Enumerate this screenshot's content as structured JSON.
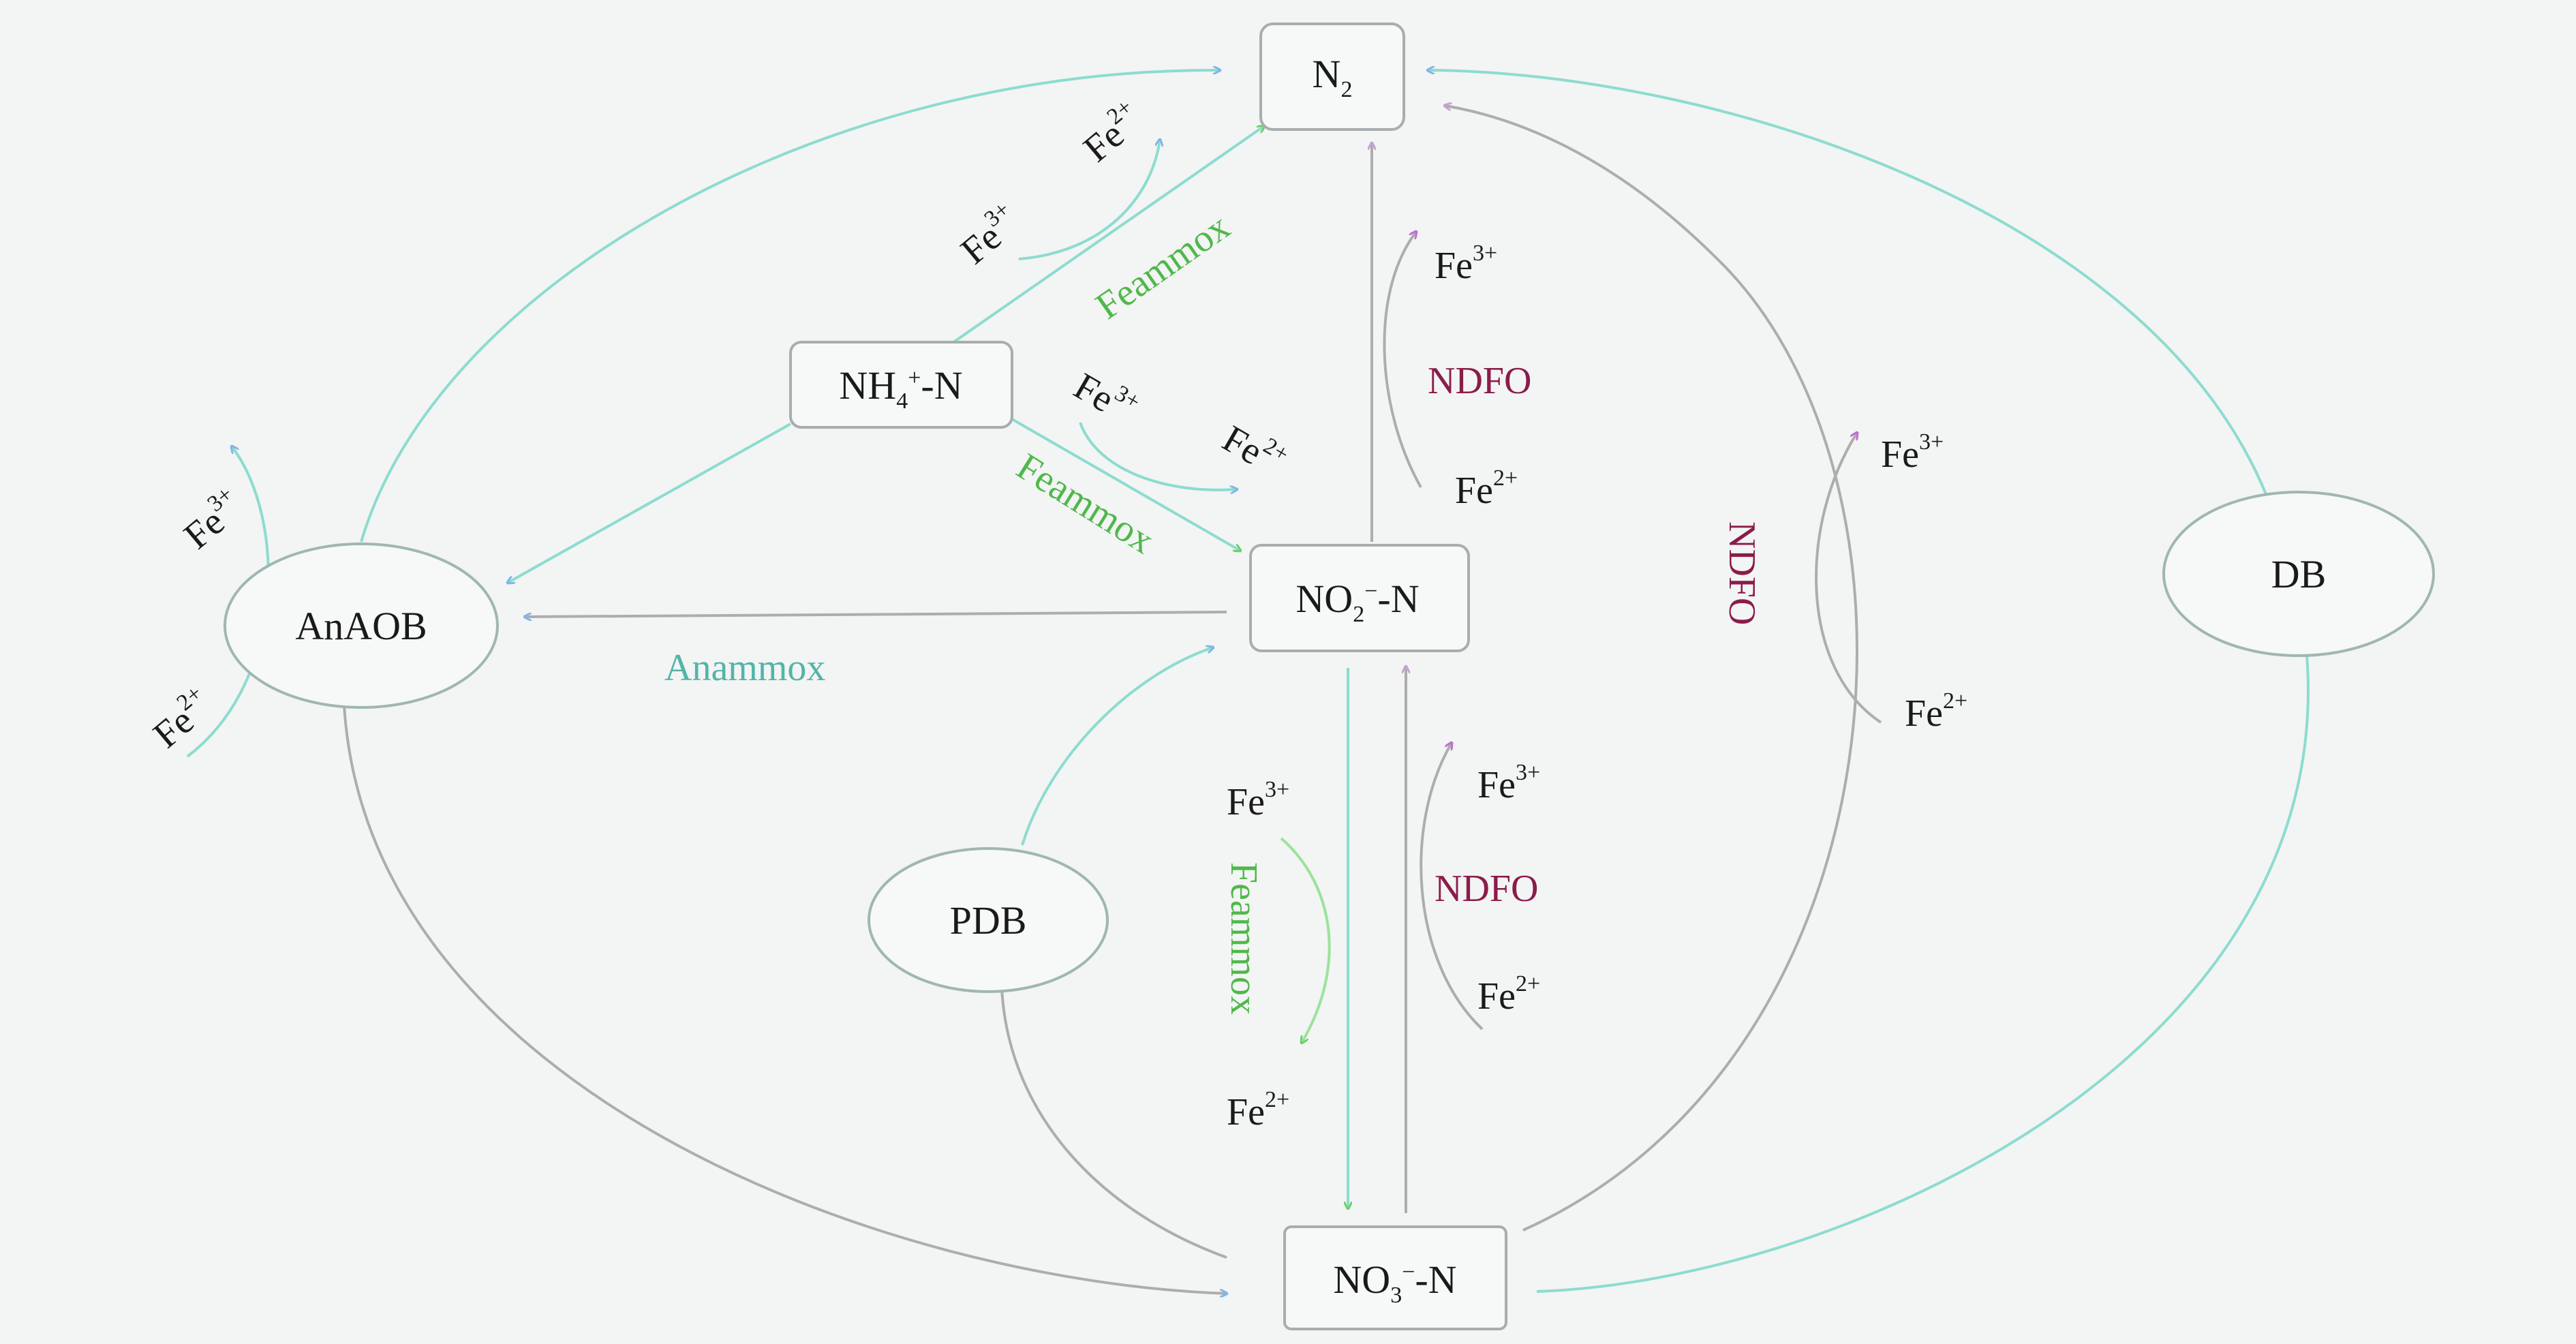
{
  "nodes": {
    "n2": {
      "main": "N",
      "sub": "2",
      "rest": ""
    },
    "nh4": {
      "main": "NH",
      "sub": "4",
      "sup": "+",
      "rest": "-N"
    },
    "no2": {
      "main": "NO",
      "sub": "2",
      "sup": "−",
      "rest": "-N"
    },
    "no3": {
      "main": "NO",
      "sub": "3",
      "sup": "−",
      "rest": "-N"
    },
    "anaob": "AnAOB",
    "pdb": "PDB",
    "db": "DB"
  },
  "processes": {
    "feammox": "Feammox",
    "ndfo": "NDFO",
    "anammox": "Anammox"
  },
  "ions": {
    "fe": "Fe",
    "fe3_charge": "3+",
    "fe2_charge": "2+"
  },
  "colors": {
    "teal_arrow": "#8cdccf",
    "gray_arrow": "#adadad",
    "green_arrow": "#9be39a",
    "feammox_text": "#4fb84a",
    "ndfo_text": "#8b1c4a",
    "anammox_text": "#52b5a8"
  }
}
